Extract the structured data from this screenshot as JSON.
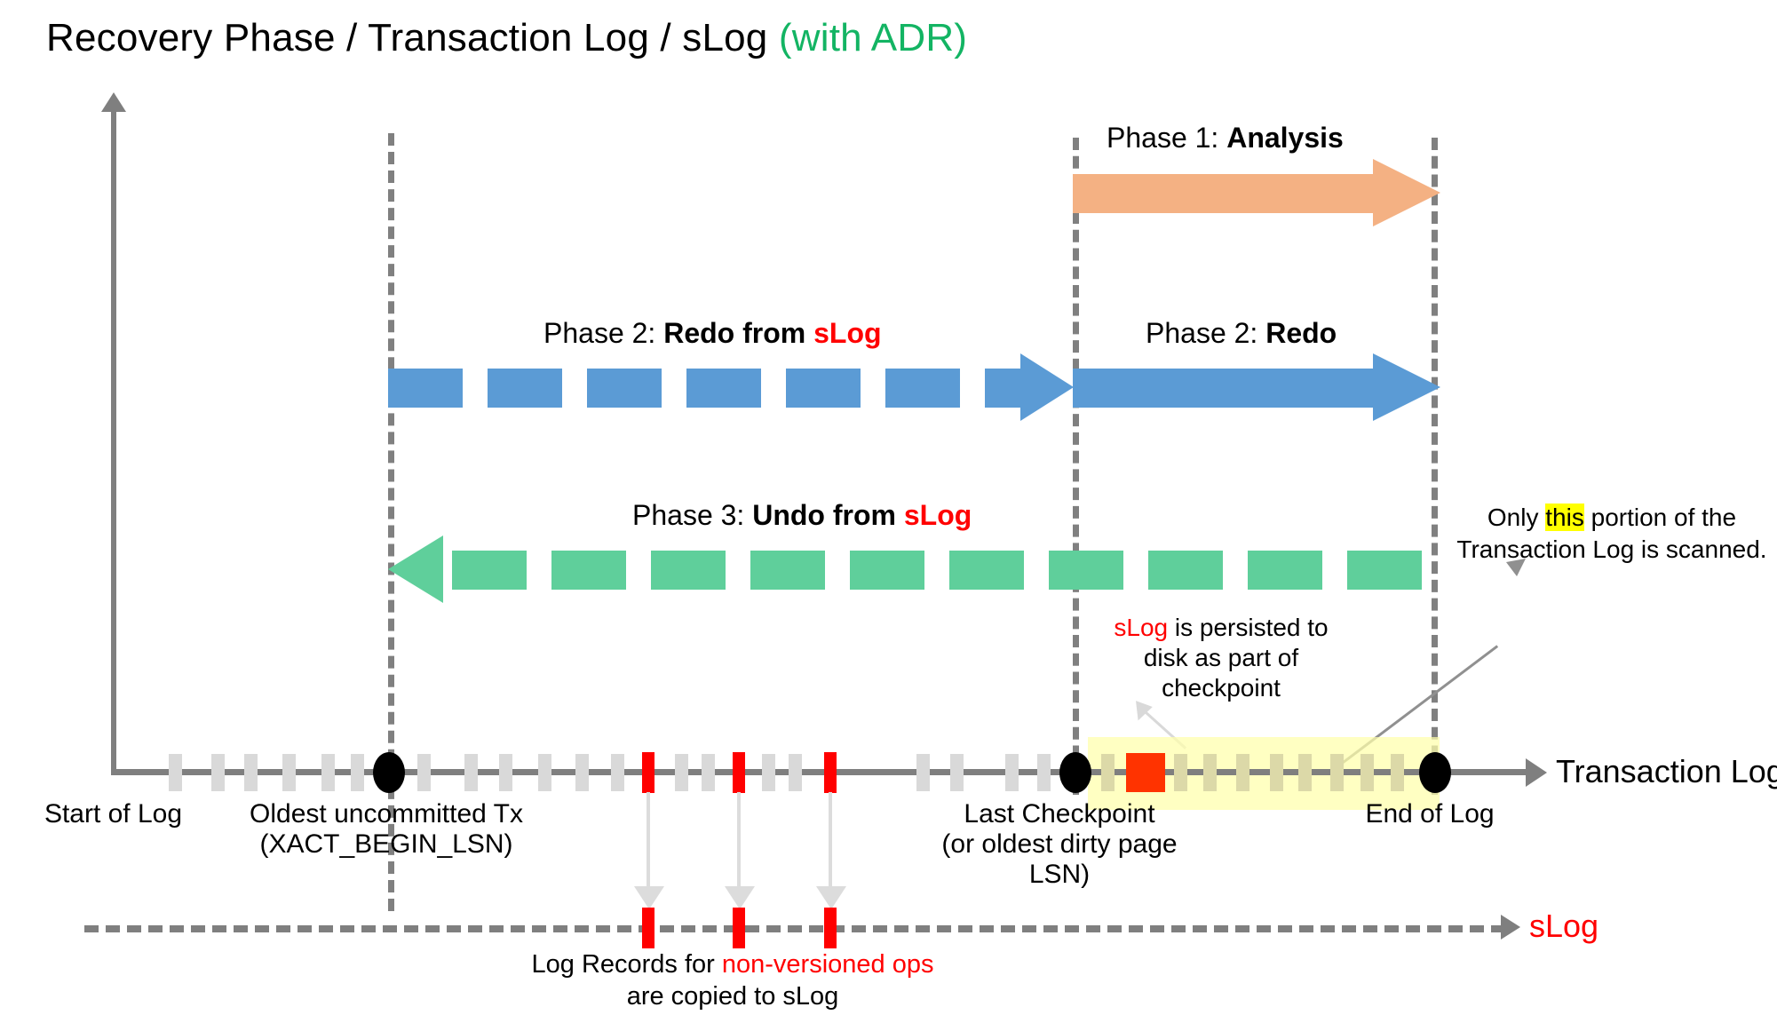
{
  "title": {
    "main": "Recovery Phase / Transaction Log / sLog ",
    "suffix": "(with ADR)"
  },
  "phases": [
    {
      "id": "phase1",
      "prefix": "Phase 1: ",
      "name": "Analysis",
      "style": "solid",
      "color": "#f4b183",
      "direction": "right"
    },
    {
      "id": "phase2_slog",
      "prefix": "Phase 2: ",
      "name": "Redo from ",
      "emphasis": "sLog",
      "style": "dashed",
      "color": "#5b9bd5",
      "direction": "right"
    },
    {
      "id": "phase2",
      "prefix": "Phase 2: ",
      "name": "Redo",
      "style": "solid",
      "color": "#5b9bd5",
      "direction": "right"
    },
    {
      "id": "phase3_slog",
      "prefix": "Phase 3: ",
      "name": "Undo from ",
      "emphasis": "sLog",
      "style": "dashed",
      "color": "#5fcf9b",
      "direction": "left"
    }
  ],
  "timeline": {
    "axis_label": "Transaction Log",
    "slog_label": "sLog",
    "markers": [
      {
        "id": "start-of-log",
        "label": "Start of Log"
      },
      {
        "id": "oldest-uncommitted-tx",
        "label": "Oldest uncommitted Tx",
        "sublabel": "(XACT_BEGIN_LSN)"
      },
      {
        "id": "last-checkpoint",
        "label": "Last Checkpoint",
        "sublabel": "(or oldest dirty page",
        "sublabel2": "LSN)"
      },
      {
        "id": "end-of-log",
        "label": "End of Log"
      }
    ]
  },
  "callouts": {
    "checkpoint": {
      "emphasis": "sLog",
      "rest_line1": " is persisted to",
      "line2": "disk as part of",
      "line3": "checkpoint"
    },
    "scanned": {
      "pre": "Only ",
      "highlight": "this",
      "post": " portion of the",
      "line2": "Transaction Log is scanned."
    },
    "copied": {
      "pre": "Log Records for ",
      "emphasis": "non-versioned ops",
      "line2": "are copied to sLog"
    }
  },
  "colors": {
    "orange": "#f4b183",
    "blue": "#5b9bd5",
    "green": "#5fcf9b",
    "red": "#ff0000",
    "gray": "#7f7f7f",
    "tick": "#d9d9d9",
    "highlight": "#ffff00",
    "adr_green": "#13b463"
  }
}
